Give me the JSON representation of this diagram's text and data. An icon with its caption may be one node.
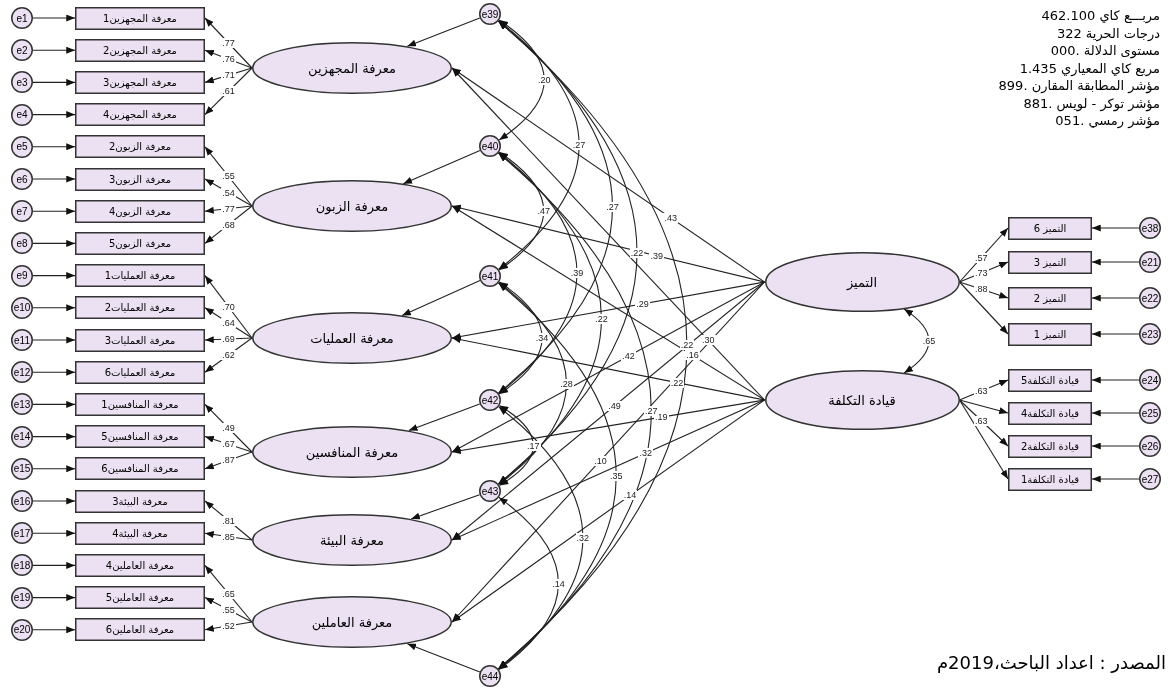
{
  "diagram": {
    "caption": "المصدر : اعداد الباحث،2019م",
    "nodes": [
      {
        "text": [
          "e1"
        ]
      },
      {
        "text": [
          "e2"
        ]
      },
      {
        "text": [
          "e3"
        ]
      },
      {
        "text": [
          "e4"
        ]
      },
      {
        "text": [
          "e5"
        ]
      },
      {
        "text": [
          "e6"
        ]
      },
      {
        "text": [
          "e7"
        ]
      },
      {
        "text": [
          "e8"
        ]
      },
      {
        "text": [
          "e9"
        ]
      },
      {
        "text": [
          "e10"
        ]
      },
      {
        "text": [
          "e11"
        ]
      },
      {
        "text": [
          "e12"
        ]
      },
      {
        "text": [
          "e13"
        ]
      },
      {
        "text": [
          "e14"
        ]
      },
      {
        "text": [
          "e15"
        ]
      },
      {
        "text": [
          "e16"
        ]
      },
      {
        "text": [
          "e17"
        ]
      },
      {
        "text": [
          "e18"
        ]
      },
      {
        "text": [
          "e19"
        ]
      },
      {
        "text": [
          "e20"
        ]
      },
      {
        "text": [
          "معرفة المجهزين1"
        ]
      },
      {
        "text": [
          "معرفة المجهزين2"
        ]
      },
      {
        "text": [
          "معرفة المجهزين3"
        ]
      },
      {
        "text": [
          "معرفة المجهزين4"
        ]
      },
      {
        "text": [
          "معرفة الزبون2"
        ]
      },
      {
        "text": [
          "معرفة الزبون3"
        ]
      },
      {
        "text": [
          "معرفة الزبون4"
        ]
      },
      {
        "text": [
          "معرفة الزبون5"
        ]
      },
      {
        "text": [
          "معرفة العمليات1"
        ]
      },
      {
        "text": [
          "معرفة العمليات2"
        ]
      },
      {
        "text": [
          "معرفة العمليات3"
        ]
      },
      {
        "text": [
          "معرفة العمليات6"
        ]
      },
      {
        "text": [
          "معرفة المنافسين1"
        ]
      },
      {
        "text": [
          "معرفة المنافسين5"
        ]
      },
      {
        "text": [
          "معرفة المنافسين6"
        ]
      },
      {
        "text": [
          "معرفة البيئة3"
        ]
      },
      {
        "text": [
          "معرفة البيئة4"
        ]
      },
      {
        "text": [
          "معرفة العاملين4"
        ]
      },
      {
        "text": [
          "معرفة العاملين5"
        ]
      },
      {
        "text": [
          "معرفة العاملين6"
        ]
      },
      {
        "text": [
          "معرفة المجهزين"
        ]
      },
      {
        "text": [
          "معرفة الزبون"
        ]
      },
      {
        "text": [
          "معرفة العمليات"
        ]
      },
      {
        "text": [
          "معرفة المنافسين"
        ]
      },
      {
        "text": [
          "معرفة البيئة"
        ]
      },
      {
        "text": [
          "معرفة العاملين"
        ]
      },
      {
        "text": [
          "e39"
        ]
      },
      {
        "text": [
          "e40"
        ]
      },
      {
        "text": [
          "e41"
        ]
      },
      {
        "text": [
          "e42"
        ]
      },
      {
        "text": [
          "e43"
        ]
      },
      {
        "text": [
          "e44"
        ]
      },
      {
        "text": [
          "التميز"
        ]
      },
      {
        "text": [
          "قيادة التكلفة"
        ]
      },
      {
        "text": [
          "التميز 6"
        ]
      },
      {
        "text": [
          "التميز 3"
        ]
      },
      {
        "text": [
          "التميز 2"
        ]
      },
      {
        "text": [
          "التميز 1"
        ]
      },
      {
        "text": [
          "قيادة التكلفة5"
        ]
      },
      {
        "text": [
          "قيادة التكلفة4"
        ]
      },
      {
        "text": [
          "قيادة التكلفة2"
        ]
      },
      {
        "text": [
          "قيادة التكلفة1"
        ]
      },
      {
        "text": [
          "e38"
        ]
      },
      {
        "text": [
          "e21"
        ]
      },
      {
        "text": [
          "e22"
        ]
      },
      {
        "text": [
          "e23"
        ]
      },
      {
        "text": [
          "e24"
        ]
      },
      {
        "text": [
          "e25"
        ]
      },
      {
        "text": [
          "e26"
        ]
      },
      {
        "text": [
          "e27"
        ]
      }
    ],
    "edges": [
      {
        "from": 0,
        "to": 20,
        "arrow": "to"
      },
      {
        "from": 1,
        "to": 21,
        "arrow": "to"
      },
      {
        "from": 2,
        "to": 22,
        "arrow": "to"
      },
      {
        "from": 3,
        "to": 23,
        "arrow": "to"
      },
      {
        "from": 4,
        "to": 24,
        "arrow": "to"
      },
      {
        "from": 5,
        "to": 25,
        "arrow": "to"
      },
      {
        "from": 6,
        "to": 26,
        "arrow": "to"
      },
      {
        "from": 7,
        "to": 27,
        "arrow": "to"
      },
      {
        "from": 8,
        "to": 28,
        "arrow": "to"
      },
      {
        "from": 9,
        "to": 29,
        "arrow": "to"
      },
      {
        "from": 10,
        "to": 30,
        "arrow": "to"
      },
      {
        "from": 11,
        "to": 31,
        "arrow": "to"
      },
      {
        "from": 12,
        "to": 32,
        "arrow": "to"
      },
      {
        "from": 13,
        "to": 33,
        "arrow": "to"
      },
      {
        "from": 14,
        "to": 34,
        "arrow": "to"
      },
      {
        "from": 15,
        "to": 35,
        "arrow": "to"
      },
      {
        "from": 16,
        "to": 36,
        "arrow": "to"
      },
      {
        "from": 17,
        "to": 37,
        "arrow": "to"
      },
      {
        "from": 18,
        "to": 38,
        "arrow": "to"
      },
      {
        "from": 19,
        "to": 39,
        "arrow": "to"
      },
      {
        "from": 40,
        "to": 20,
        "arrow": "to",
        "label": ".77"
      },
      {
        "from": 40,
        "to": 21,
        "arrow": "to",
        "label": ".76"
      },
      {
        "from": 40,
        "to": 22,
        "arrow": "to",
        "label": ".71"
      },
      {
        "from": 40,
        "to": 23,
        "arrow": "to",
        "label": ".61"
      },
      {
        "from": 41,
        "to": 24,
        "arrow": "to",
        "label": ".55"
      },
      {
        "from": 41,
        "to": 25,
        "arrow": "to",
        "label": ".54"
      },
      {
        "from": 41,
        "to": 26,
        "arrow": "to",
        "label": ".77"
      },
      {
        "from": 41,
        "to": 27,
        "arrow": "to",
        "label": ".68"
      },
      {
        "from": 42,
        "to": 28,
        "arrow": "to",
        "label": ".70"
      },
      {
        "from": 42,
        "to": 29,
        "arrow": "to",
        "label": ".64"
      },
      {
        "from": 42,
        "to": 30,
        "arrow": "to",
        "label": ".69"
      },
      {
        "from": 42,
        "to": 31,
        "arrow": "to",
        "label": ".62"
      },
      {
        "from": 43,
        "to": 32,
        "arrow": "to",
        "label": ".49"
      },
      {
        "from": 43,
        "to": 33,
        "arrow": "to",
        "label": ".67"
      },
      {
        "from": 43,
        "to": 34,
        "arrow": "to",
        "label": ".87"
      },
      {
        "from": 44,
        "to": 35,
        "arrow": "to",
        "label": ".81"
      },
      {
        "from": 44,
        "to": 36,
        "arrow": "to",
        "label": ".85"
      },
      {
        "from": 45,
        "to": 37,
        "arrow": "to",
        "label": ".65"
      },
      {
        "from": 45,
        "to": 38,
        "arrow": "to",
        "label": ".55"
      },
      {
        "from": 45,
        "to": 39,
        "arrow": "to",
        "label": ".52"
      },
      {
        "from": 46,
        "to": 40,
        "arrow": "to"
      },
      {
        "from": 47,
        "to": 41,
        "arrow": "to"
      },
      {
        "from": 48,
        "to": 42,
        "arrow": "to"
      },
      {
        "from": 49,
        "to": 43,
        "arrow": "to"
      },
      {
        "from": 50,
        "to": 44,
        "arrow": "to"
      },
      {
        "from": 51,
        "to": 45,
        "arrow": "to"
      },
      {
        "from": 52,
        "to": 54,
        "arrow": "to",
        "label": ".57"
      },
      {
        "from": 52,
        "to": 55,
        "arrow": "to",
        "label": ".73"
      },
      {
        "from": 52,
        "to": 56,
        "arrow": "to",
        "label": ".88"
      },
      {
        "from": 52,
        "to": 57,
        "arrow": "to"
      },
      {
        "from": 53,
        "to": 58,
        "arrow": "to",
        "label": ".63"
      },
      {
        "from": 53,
        "to": 59,
        "arrow": "to"
      },
      {
        "from": 53,
        "to": 60,
        "arrow": "to",
        "label": ".63"
      },
      {
        "from": 53,
        "to": 61,
        "arrow": "to"
      },
      {
        "from": 62,
        "to": 54,
        "arrow": "to"
      },
      {
        "from": 63,
        "to": 55,
        "arrow": "to"
      },
      {
        "from": 64,
        "to": 56,
        "arrow": "to"
      },
      {
        "from": 65,
        "to": 57,
        "arrow": "to"
      },
      {
        "from": 66,
        "to": 58,
        "arrow": "to"
      },
      {
        "from": 67,
        "to": 59,
        "arrow": "to"
      },
      {
        "from": 68,
        "to": 60,
        "arrow": "to"
      },
      {
        "from": 69,
        "to": 61,
        "arrow": "to"
      },
      {
        "from": 52,
        "to": 40,
        "arrow": "to",
        "label": ".43"
      },
      {
        "from": 52,
        "to": 41,
        "arrow": "to",
        "label": ".39"
      },
      {
        "from": 52,
        "to": 42,
        "arrow": "to",
        "label": ".29"
      },
      {
        "from": 52,
        "to": 43,
        "arrow": "to",
        "label": ".42"
      },
      {
        "from": 52,
        "to": 44,
        "arrow": "to",
        "label": ".49"
      },
      {
        "from": 52,
        "to": 45,
        "arrow": "to",
        "label": ".10"
      },
      {
        "from": 53,
        "to": 40,
        "arrow": "to",
        "label": ".30"
      },
      {
        "from": 53,
        "to": 41,
        "arrow": "to",
        "label": ".16"
      },
      {
        "from": 53,
        "to": 42,
        "arrow": "to",
        "label": ".22"
      },
      {
        "from": 53,
        "to": 43,
        "arrow": "to",
        "label": ".19"
      },
      {
        "from": 53,
        "to": 44,
        "arrow": "to",
        "label": ".32"
      },
      {
        "from": 53,
        "to": 45,
        "arrow": "to",
        "label": ".14"
      },
      {
        "from": 46,
        "to": 47,
        "arrow": "both",
        "label": ".20"
      },
      {
        "from": 46,
        "to": 48,
        "arrow": "both",
        "label": ".27"
      },
      {
        "from": 46,
        "to": 49,
        "arrow": "both",
        "label": ".27"
      },
      {
        "from": 46,
        "to": 50,
        "arrow": "both",
        "label": ".22"
      },
      {
        "from": 46,
        "to": 51,
        "arrow": "both",
        "label": ".22"
      },
      {
        "from": 47,
        "to": 48,
        "arrow": "both",
        "label": ".47"
      },
      {
        "from": 47,
        "to": 49,
        "arrow": "both",
        "label": ".39"
      },
      {
        "from": 47,
        "to": 50,
        "arrow": "both",
        "label": ".22"
      },
      {
        "from": 47,
        "to": 51,
        "arrow": "both",
        "label": ".27"
      },
      {
        "from": 48,
        "to": 49,
        "arrow": "both",
        "label": ".34"
      },
      {
        "from": 48,
        "to": 50,
        "arrow": "both",
        "label": ".28"
      },
      {
        "from": 48,
        "to": 51,
        "arrow": "both",
        "label": ".35"
      },
      {
        "from": 49,
        "to": 50,
        "arrow": "both",
        "label": ".17"
      },
      {
        "from": 49,
        "to": 51,
        "arrow": "both",
        "label": ".32"
      },
      {
        "from": 50,
        "to": 51,
        "arrow": "both",
        "label": ".14"
      },
      {
        "from": 52,
        "to": 53,
        "arrow": "both",
        "label": ".65"
      }
    ],
    "labels": [
      "مربـــع كاي 462.100",
      "درجات الحرية 322",
      "مستوى الدلالة .000",
      "مربع كاي المعياري 1.435",
      "مؤشر المطابقة المقارن .899",
      "مؤشر توكر - لويس .881",
      "مؤشر رمسي .051"
    ]
  }
}
